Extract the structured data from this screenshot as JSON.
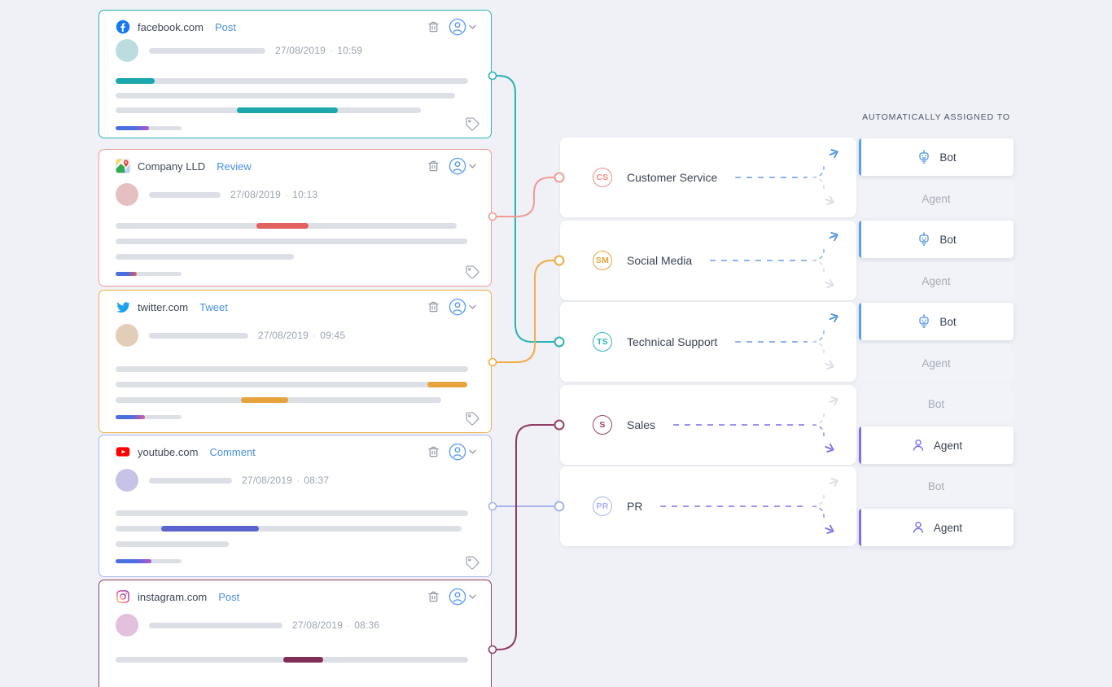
{
  "header": {
    "assigned_to": "AUTOMATICALLY ASSIGNED TO"
  },
  "meta_separator": "·",
  "options": {
    "bot": "Bot",
    "agent": "Agent"
  },
  "posts": [
    {
      "platform": "facebook",
      "domain": "facebook.com",
      "type_label": "Post",
      "date": "27/08/2019",
      "time": "10:59",
      "accent": "#2cb3b6",
      "highlight": "#1ba7ab",
      "connected_to": "Technical Support"
    },
    {
      "platform": "google-maps",
      "domain": "Company LLD",
      "type_label": "Review",
      "date": "27/08/2019",
      "time": "10:13",
      "accent": "#f29b95",
      "highlight": "#e2615e",
      "connected_to": "Customer Service"
    },
    {
      "platform": "twitter",
      "domain": "twitter.com",
      "type_label": "Tweet",
      "date": "27/08/2019",
      "time": "09:45",
      "accent": "#f0ac45",
      "highlight": "#e8a43c",
      "connected_to": "Social Media"
    },
    {
      "platform": "youtube",
      "domain": "youtube.com",
      "type_label": "Comment",
      "date": "27/08/2019",
      "time": "08:37",
      "accent": "#aab4ec",
      "highlight": "#5a64cc",
      "connected_to": "PR"
    },
    {
      "platform": "instagram",
      "domain": "instagram.com",
      "type_label": "Post",
      "date": "27/08/2019",
      "time": "08:36",
      "accent": "#8f3d66",
      "highlight": "#7e2d56",
      "connected_to": "Sales"
    }
  ],
  "categories": [
    {
      "initials": "CS",
      "label": "Customer Service",
      "color": "#ee8c85",
      "assigned": "bot"
    },
    {
      "initials": "SM",
      "label": "Social Media",
      "color": "#eaa23b",
      "assigned": "bot"
    },
    {
      "initials": "TS",
      "label": "Technical Support",
      "color": "#35b5ba",
      "assigned": "bot"
    },
    {
      "initials": "S",
      "label": "Sales",
      "color": "#9c4168",
      "assigned": "agent"
    },
    {
      "initials": "PR",
      "label": "PR",
      "color": "#a9b3ec",
      "assigned": "agent"
    }
  ],
  "colors": {
    "bot_active_accent": "#5b9df0",
    "agent_active_accent": "#7a6ff0",
    "dash_blue": "#8fb4ec",
    "dash_purple": "#9b94ee",
    "inactive_gray": "#d9dce3",
    "page_background": "#eff1f6"
  }
}
